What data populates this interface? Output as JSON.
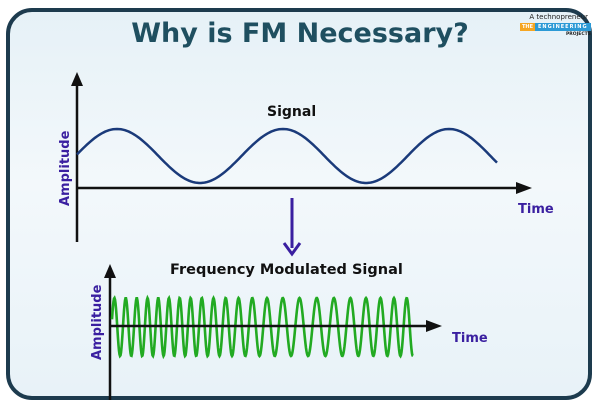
{
  "title": "Why is FM Necessary?",
  "logo": {
    "tagline": "A technopreneur",
    "the": "THE",
    "engineering": "ENGINEERING",
    "projects": "PROJECTS"
  },
  "top_plot": {
    "title": "Signal",
    "y_label": "Amplitude",
    "x_label": "Time",
    "wave_color": "#1a3a7a"
  },
  "bottom_plot": {
    "title": "Frequency Modulated Signal",
    "y_label": "Amplitude",
    "x_label": "Time",
    "wave_color": "#22aa22"
  },
  "colors": {
    "title": "#1f4f60",
    "axis_label": "#3a1fa0",
    "arrow": "#3a1fa0",
    "frame": "#1d3b4e"
  }
}
